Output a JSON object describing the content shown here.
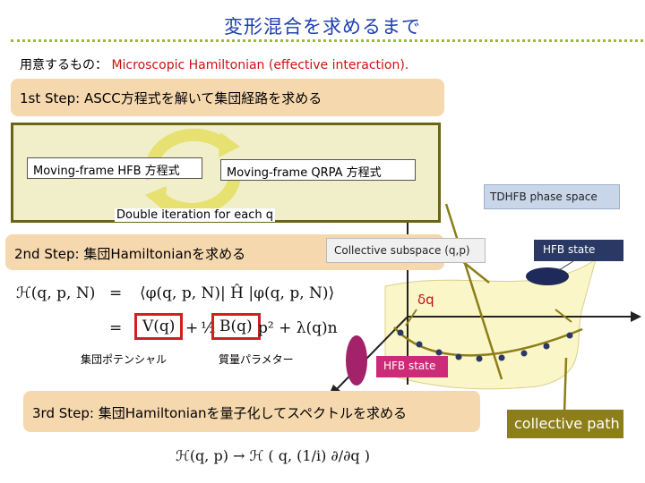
{
  "title": "変形混合を求めるまで",
  "preparation": {
    "prefix": "用意するもの：",
    "content": "Microscopic Hamiltonian (effective interaction)."
  },
  "steps": {
    "step1": "1st Step:  ASCC方程式を解いて集団経路を求める",
    "step2": "2nd Step:  集団Hamiltonianを求める",
    "step3": "3rd Step: 集団Hamiltonianを量子化してスペクトルを求める"
  },
  "iteration": {
    "hfb": "Moving-frame HFB 方程式",
    "qrpa": "Moving-frame QRPA   方程式",
    "double": "Double iteration for each q"
  },
  "equations": {
    "lhs": "ℋ(q, p, N)",
    "eq1": "=",
    "expect": "⟨φ(q, p, N)| Ĥ |φ(q, p, N)⟩",
    "eq2": "=",
    "V": "V(q)",
    "plus": "+",
    "half": "½",
    "B": "B(q)",
    "rest": "p² + λ(q)n",
    "quant": "ℋ(q, p) → ℋ ( q, (1/i) ∂/∂q )"
  },
  "labels": {
    "potential": "集団ポテンシャル",
    "mass": "質量パラメター"
  },
  "figure": {
    "tdhfb": "TDHFB phase space",
    "collective_subspace": "Collective subspace (q,p)",
    "hfb_state_1": "HFB state",
    "hfb_state_2": "HFB state",
    "collective_path": "collective path",
    "delta_q": "δq"
  },
  "colors": {
    "title": "#1f3fb0",
    "band": "#f6d8ae",
    "red": "#cc1111",
    "path": "#8c7e18",
    "hfb_blue": "#2a3864",
    "hfb_magenta": "#cc2b78"
  }
}
